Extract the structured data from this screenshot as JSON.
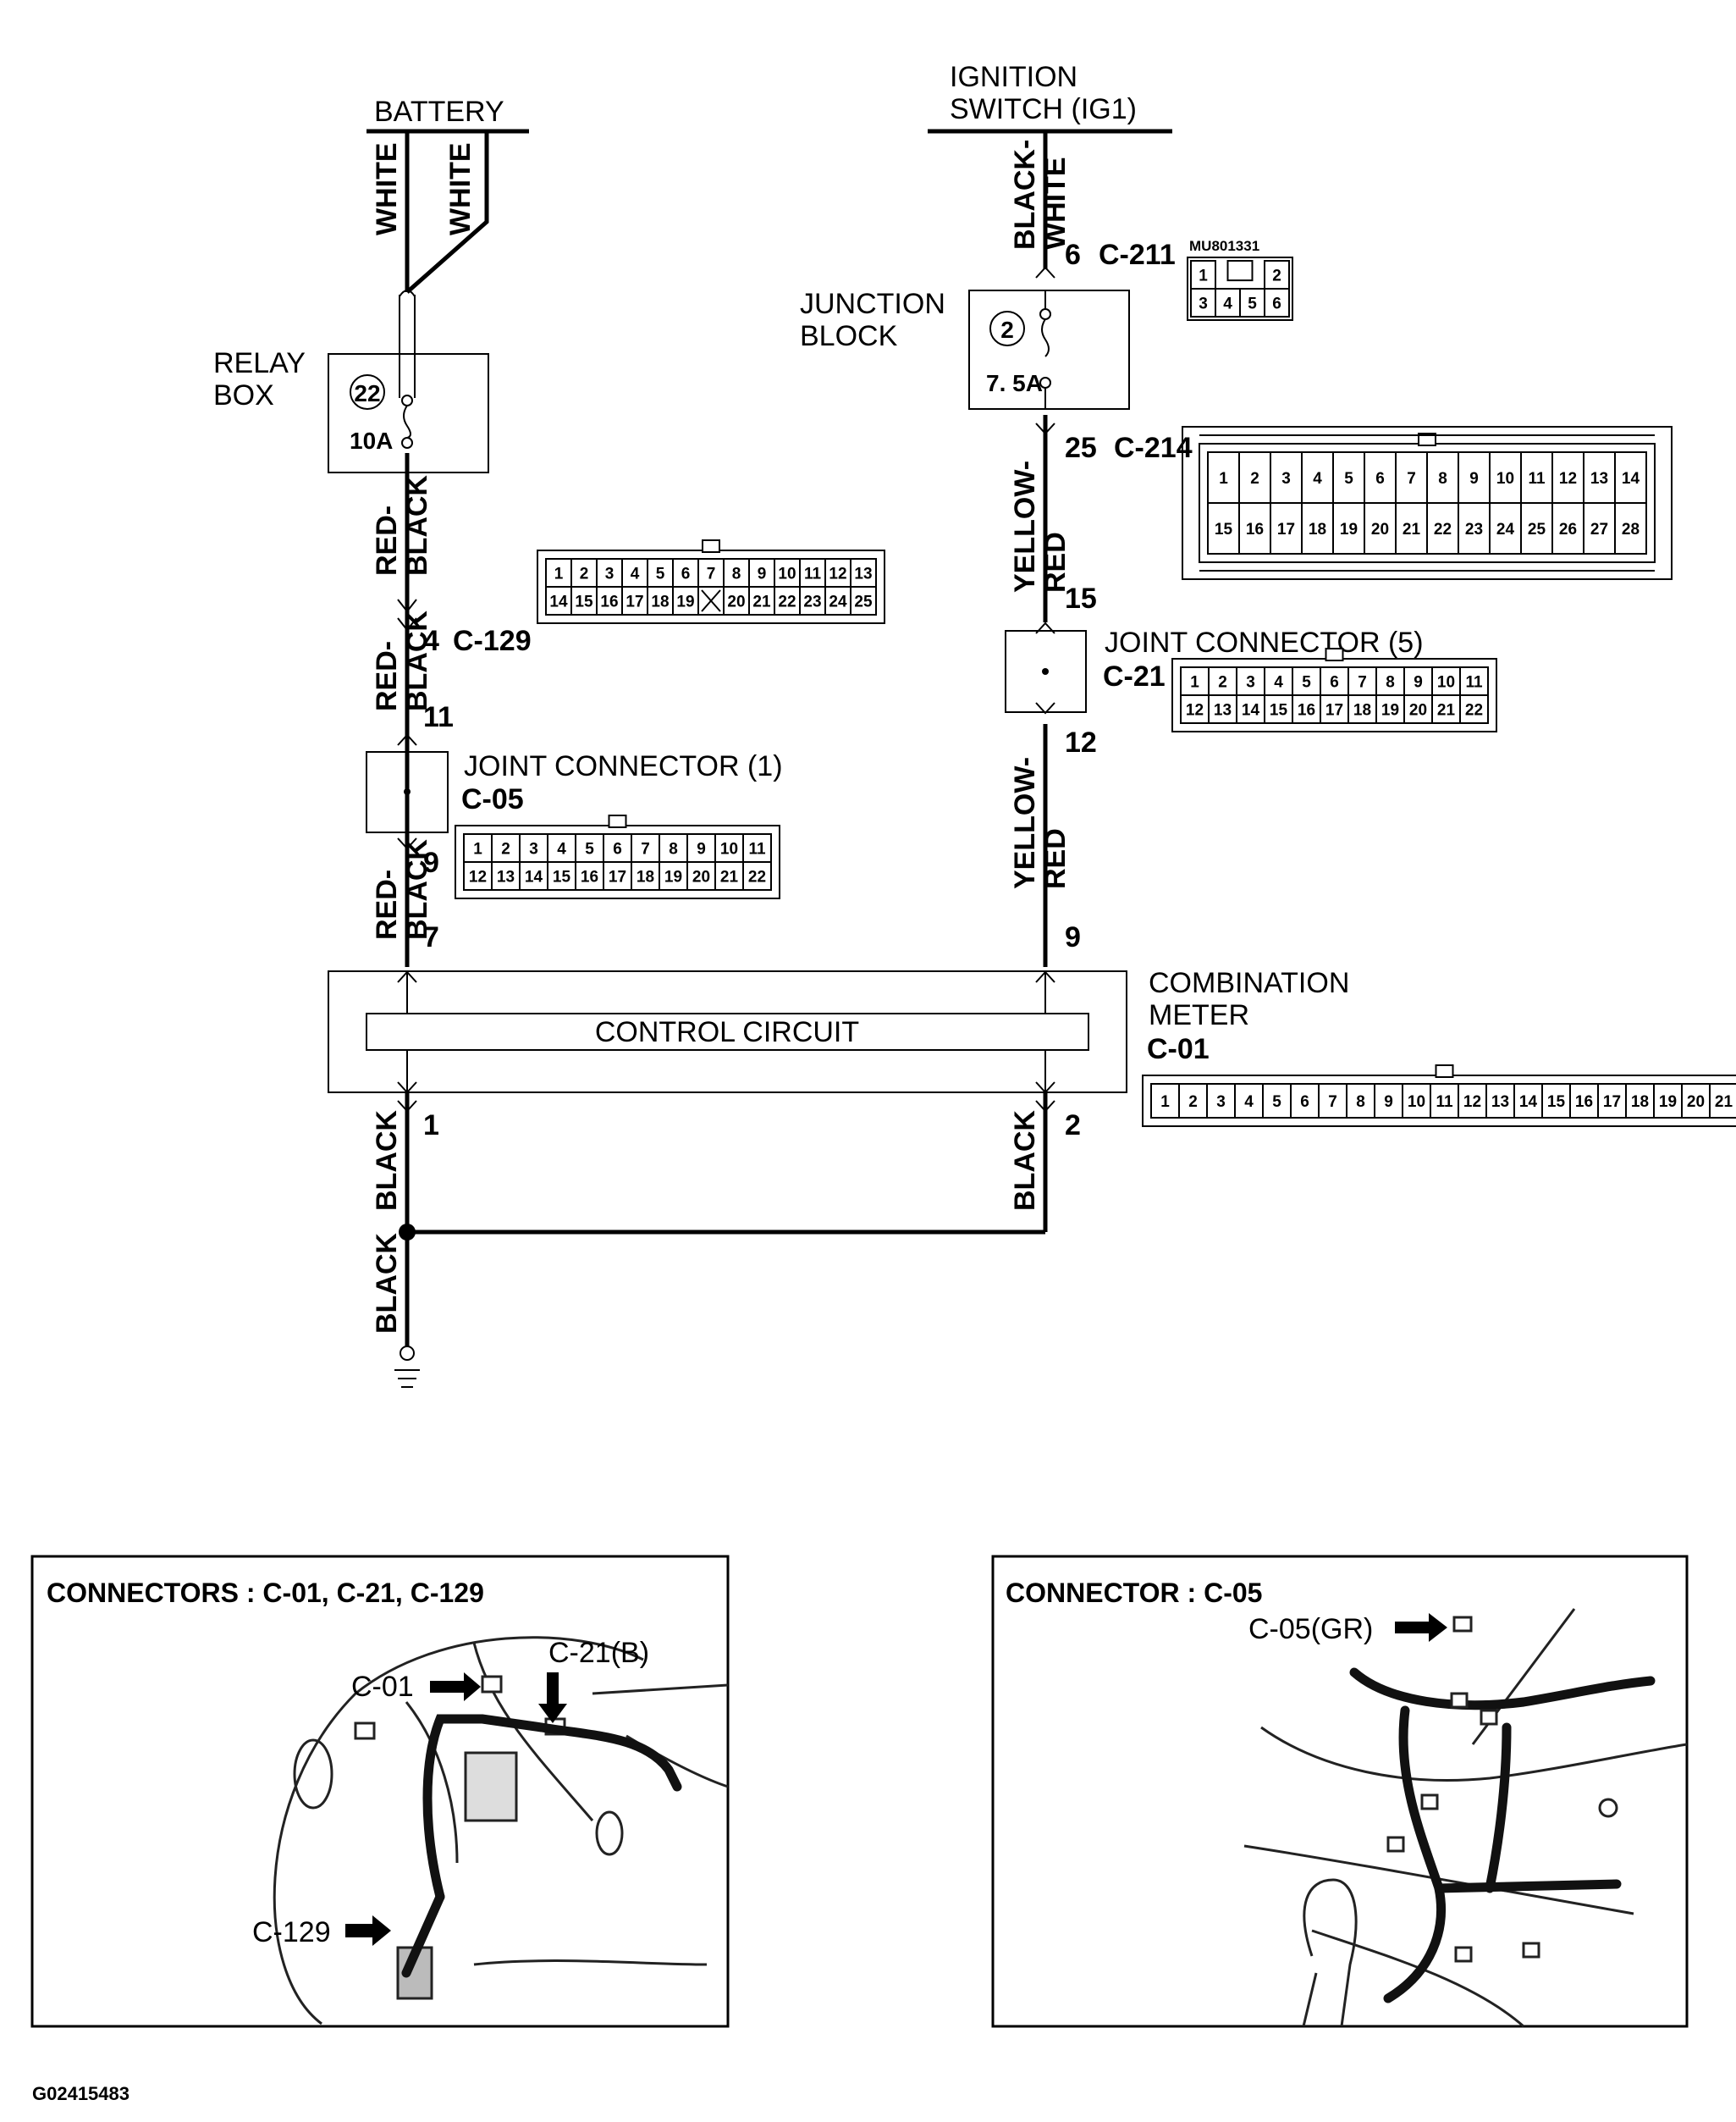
{
  "power": {
    "battery": "BATTERY",
    "ignition_line1": "IGNITION",
    "ignition_line2": "SWITCH (IG1)"
  },
  "wires": {
    "white": "WHITE",
    "red_black_top": "RED-",
    "red_black_bottom": "BLACK",
    "black_white_top": "BLACK-",
    "black_white_bottom": "WHITE",
    "yellow_red_top": "YELLOW-",
    "yellow_red_bottom": "RED",
    "black": "BLACK"
  },
  "relay_box": {
    "line1": "RELAY",
    "line2": "BOX",
    "fuse_number": "22",
    "fuse_rating": "10A"
  },
  "junction_block": {
    "line1": "JUNCTION",
    "line2": "BLOCK",
    "fuse_number": "2",
    "fuse_rating": "7. 5A"
  },
  "joint_connector_1": {
    "label": "JOINT CONNECTOR (1)",
    "code": "C-05"
  },
  "joint_connector_5": {
    "label": "JOINT CONNECTOR (5)",
    "code": "C-21"
  },
  "combination_meter": {
    "line1": "COMBINATION",
    "line2": "METER",
    "code": "C-01",
    "inner": "CONTROL CIRCUIT"
  },
  "pins": {
    "c129_pin": "4",
    "c129_code": "C-129",
    "jc1_in": "11",
    "jc1_out": "9",
    "meter_in_left": "7",
    "meter_in_right": "9",
    "meter_out_left": "1",
    "meter_out_right": "2",
    "c211_pin": "6",
    "c211_code": "C-211",
    "c214_pin": "25",
    "c214_code": "C-214",
    "jc5_in": "15",
    "jc5_out": "12"
  },
  "part_number": "MU801331",
  "connector_faces": {
    "c211": {
      "row1": [
        "1",
        "2"
      ],
      "row2": [
        "3",
        "4",
        "5",
        "6"
      ]
    },
    "c214": {
      "row1": [
        "1",
        "2",
        "3",
        "4",
        "5",
        "6",
        "7",
        "8",
        "9",
        "10",
        "11",
        "12",
        "13",
        "14"
      ],
      "row2": [
        "15",
        "16",
        "17",
        "18",
        "19",
        "20",
        "21",
        "22",
        "23",
        "24",
        "25",
        "26",
        "27",
        "28"
      ]
    },
    "c129": {
      "row1": [
        "1",
        "2",
        "3",
        "4",
        "5",
        "6",
        "7",
        "8",
        "9",
        "10",
        "11",
        "12",
        "13"
      ],
      "row2": [
        "14",
        "15",
        "16",
        "17",
        "18",
        "19",
        "",
        "20",
        "21",
        "22",
        "23",
        "24",
        "25"
      ]
    },
    "c21": {
      "row1": [
        "1",
        "2",
        "3",
        "4",
        "5",
        "6",
        "7",
        "8",
        "9",
        "10",
        "11"
      ],
      "row2": [
        "12",
        "13",
        "14",
        "15",
        "16",
        "17",
        "18",
        "19",
        "20",
        "21",
        "22"
      ]
    },
    "c05": {
      "row1": [
        "1",
        "2",
        "3",
        "4",
        "5",
        "6",
        "7",
        "8",
        "9",
        "10",
        "11"
      ],
      "row2": [
        "12",
        "13",
        "14",
        "15",
        "16",
        "17",
        "18",
        "19",
        "20",
        "21",
        "22"
      ]
    },
    "c01": {
      "row1": [
        "1",
        "2",
        "3",
        "4",
        "5",
        "6",
        "7",
        "8",
        "9",
        "10",
        "11",
        "12",
        "13",
        "14",
        "15",
        "16",
        "17",
        "18",
        "19",
        "20",
        "21"
      ]
    }
  },
  "locator_left": {
    "title": "CONNECTORS : C-01, C-21, C-129",
    "callout_c01": "C-01",
    "callout_c21": "C-21(B)",
    "callout_c129": "C-129"
  },
  "locator_right": {
    "title": "CONNECTOR : C-05",
    "callout_c05": "C-05(GR)"
  },
  "figure_id": "G02415483"
}
